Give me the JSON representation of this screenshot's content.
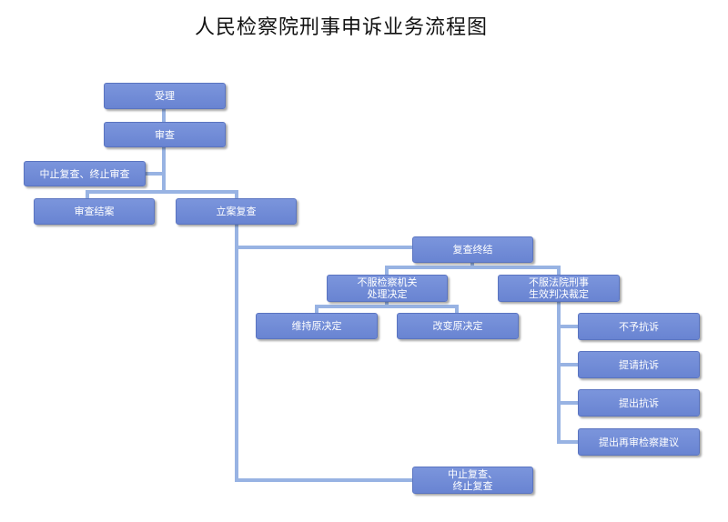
{
  "title": "人民检察院刑事申诉业务流程图",
  "nodes": {
    "accept": "受理",
    "review": "审查",
    "suspend_review": "中止复查、终止审查",
    "review_conclude": "审查结案",
    "file_reexam": "立案复查",
    "reexam_conclude": "复查终结",
    "not_accept_procuratorate": "不服检察机关\n处理决定",
    "not_accept_court": "不服法院刑事\n生效判决裁定",
    "maintain": "维持原决定",
    "change": "改变原决定",
    "no_protest": "不予抗诉",
    "request_protest": "提请抗诉",
    "file_protest": "提出抗诉",
    "retrial_suggestion": "提出再审检察建议",
    "suspend_reexam": "中止复查、\n终止复查"
  },
  "colors": {
    "node_fill": "#6f8ad5",
    "connector": "#98b3e3"
  }
}
